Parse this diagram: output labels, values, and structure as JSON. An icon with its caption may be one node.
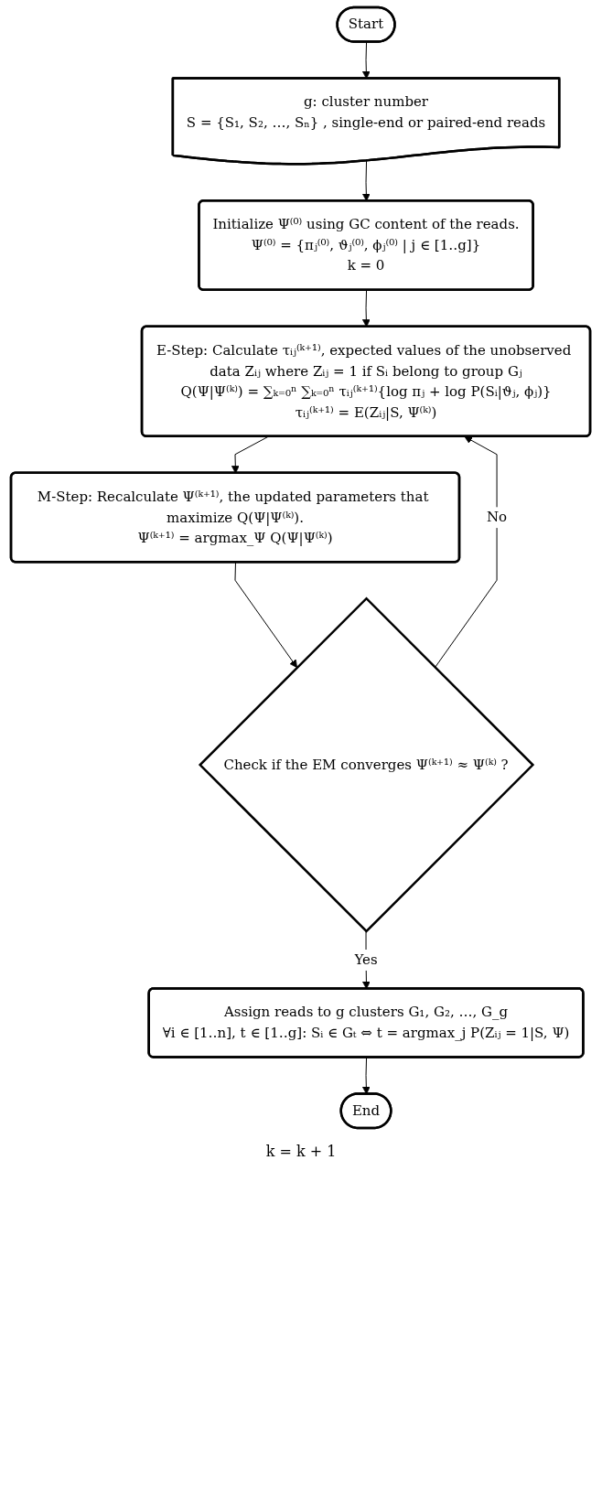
{
  "diagram": {
    "nodes": [
      {
        "text": [
          "Start"
        ]
      },
      {
        "text": [
          "g: cluster number",
          "S = {S₁, S₂, …, Sₙ} , single-end or paired-end reads"
        ]
      },
      {
        "text": [
          "Initialize Ψ⁽⁰⁾ using GC content of the reads.",
          "Ψ⁽⁰⁾ = {πⱼ⁽⁰⁾, ϑⱼ⁽⁰⁾, ϕⱼ⁽⁰⁾ | j ∈ [1‥g]}",
          "k = 0"
        ]
      },
      {
        "text": [
          "E-Step: Calculate τᵢⱼ⁽ᵏ⁺¹⁾, expected values of the unobserved data Zᵢⱼ where Zᵢⱼ = 1 if Sᵢ belong to group Gⱼ",
          "Q(Ψ|Ψ⁽ᵏ⁾) = ∑ₖ₌₀ⁿ ∑ₖ₌₀ⁿ τᵢⱼ⁽ᵏ⁺¹⁾{log πⱼ + log P(Sᵢ|ϑⱼ, ϕⱼ)}",
          "τᵢⱼ⁽ᵏ⁺¹⁾ = E(Zᵢⱼ|S, Ψ⁽ᵏ⁾)"
        ]
      },
      {
        "text": [
          "M-Step: Recalculate Ψ⁽ᵏ⁺¹⁾, the updated parameters that maximize Q(Ψ|Ψ⁽ᵏ⁾).",
          "Ψ⁽ᵏ⁺¹⁾ = argmax_Ψ Q(Ψ|Ψ⁽ᵏ⁾)"
        ]
      },
      {
        "text": [
          "Check if the EM converges Ψ⁽ᵏ⁺¹⁾ ≈ Ψ⁽ᵏ⁾ ?"
        ]
      },
      {
        "text": [
          "Assign reads to g clusters G₁, G₂, …, G_g",
          "∀i ∈ [1‥n], t ∈ [1‥g]: Sᵢ ∈ Gₜ ⇔ t = argmax_j P(Zᵢⱼ = 1|S, Ψ)"
        ]
      },
      {
        "text": [
          "End"
        ]
      }
    ],
    "edges": [
      {
        "from": 0,
        "to": 1,
        "arrow": "to"
      },
      {
        "from": 1,
        "to": 2,
        "arrow": "to"
      },
      {
        "from": 2,
        "to": 3,
        "arrow": "to"
      },
      {
        "from": 3,
        "to": 4,
        "arrow": "to"
      },
      {
        "from": 4,
        "to": 5,
        "arrow": "to"
      },
      {
        "from": 5,
        "to": 3,
        "arrow": "to",
        "label": "No"
      },
      {
        "from": 5,
        "to": 6,
        "arrow": "to",
        "label": "Yes"
      },
      {
        "from": 6,
        "to": 7,
        "arrow": "to"
      }
    ],
    "labels": [
      "k = k + 1"
    ]
  }
}
